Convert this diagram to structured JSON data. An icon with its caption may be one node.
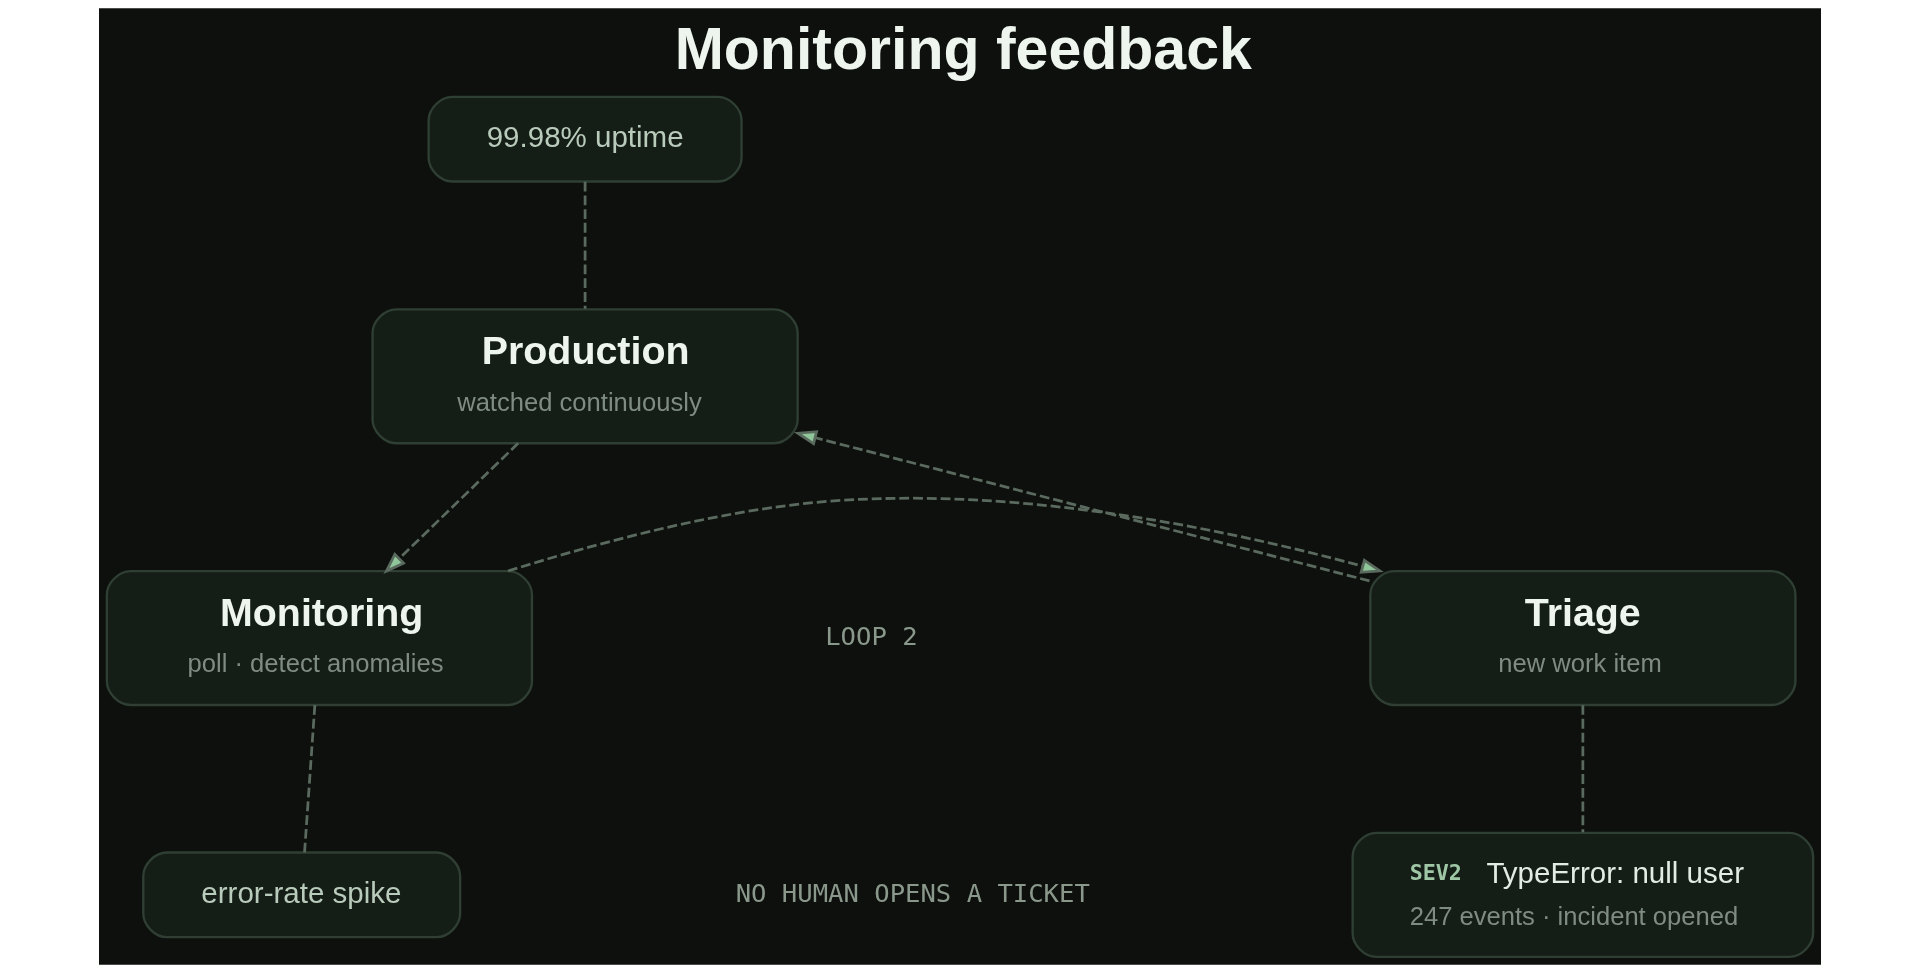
{
  "diagram": {
    "title": "Monitoring feedback",
    "nodes": [
      {
        "text": [
          "99.98% uptime"
        ]
      },
      {
        "text": [
          "Production",
          "watched continuously"
        ]
      },
      {
        "text": [
          "Triage",
          "new work item"
        ]
      },
      {
        "text": [
          "Monitoring",
          "poll · detect anomalies"
        ]
      },
      {
        "text": [
          "SEV2",
          "TypeError: null user",
          "247 events · incident opened"
        ]
      },
      {
        "text": [
          "error-rate spike"
        ]
      }
    ],
    "edges": [
      {
        "from": 0,
        "to": 1,
        "arrow": "none",
        "style": "dashed"
      },
      {
        "from": 1,
        "to": 3,
        "arrow": "to",
        "style": "dashed"
      },
      {
        "from": 3,
        "to": 2,
        "arrow": "to",
        "style": "dashed"
      },
      {
        "from": 2,
        "to": 1,
        "arrow": "to",
        "style": "dashed"
      },
      {
        "from": 2,
        "to": 4,
        "arrow": "none",
        "style": "dashed"
      },
      {
        "from": 3,
        "to": 5,
        "arrow": "none",
        "style": "dashed"
      }
    ],
    "labels": [
      "LOOP 2",
      "NO HUMAN OPENS A TICKET"
    ]
  }
}
